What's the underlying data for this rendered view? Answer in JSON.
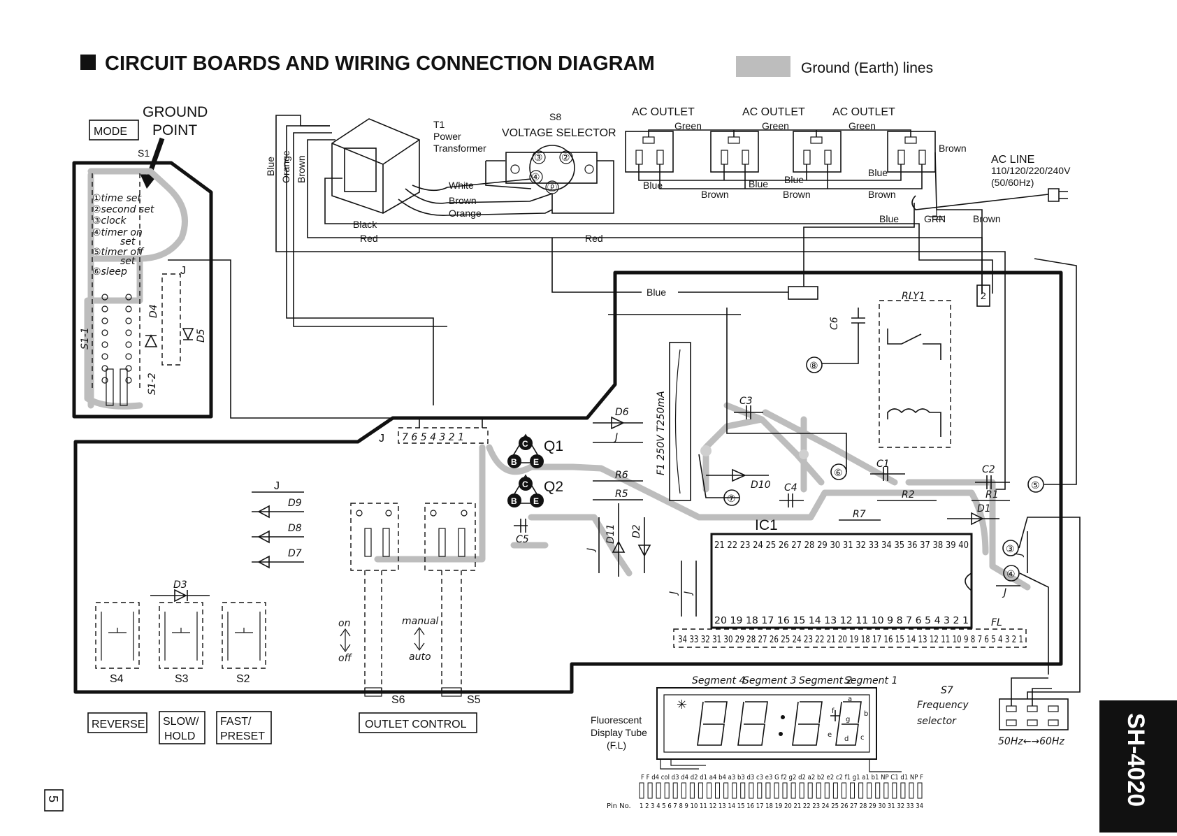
{
  "title": "CIRCUIT BOARDS AND WIRING CONNECTION DIAGRAM",
  "legend": {
    "label": "Ground (Earth) lines",
    "swatch_color": "#bdbdbd"
  },
  "ground_point": {
    "line1": "GROUND",
    "line2": "POINT"
  },
  "mode_box": "MODE",
  "transformer": {
    "ref": "T1",
    "line1": "Power",
    "line2": "Transformer"
  },
  "voltage_selector": {
    "ref": "S8",
    "label": "VOLTAGE SELECTOR",
    "pins": [
      "③",
      "②",
      "④",
      "ⓟ"
    ]
  },
  "ac_outlets": [
    {
      "label": "AC OUTLET",
      "wire_top": "Green"
    },
    {
      "label": "AC OUTLET",
      "wire_top": "Green"
    },
    {
      "label": "AC OUTLET",
      "wire_top": "Green"
    }
  ],
  "ac_line": {
    "label": "AC LINE",
    "voltages": "110/120/220/240V",
    "freq": "(50/60Hz)"
  },
  "wire_colors": {
    "blue": "Blue",
    "orange": "Orange",
    "brown": "Brown",
    "white": "White",
    "black": "Black",
    "red": "Red",
    "green": "Green",
    "grn": "GRN"
  },
  "mode_functions": [
    "①time set",
    "②second set",
    "③clock",
    "④timer on",
    "set",
    "⑤timer off",
    "set",
    "⑥sleep"
  ],
  "components": {
    "j": "J",
    "s1": "S1",
    "s1_1": "S1-1",
    "s1_2": "S1-2",
    "d1": "D1",
    "d2": "D2",
    "d3": "D3",
    "d4": "D4",
    "d5": "D5",
    "d6": "D6",
    "d7": "D7",
    "d8": "D8",
    "d9": "D9",
    "d10": "D10",
    "d11": "D11",
    "q1": "Q1",
    "q2": "Q2",
    "q_pins": [
      "C",
      "B",
      "E"
    ],
    "r1": "R1",
    "r2": "R2",
    "r5": "R5",
    "r6": "R6",
    "r7": "R7",
    "c1": "C1",
    "c2": "C2",
    "c3": "C3",
    "c4": "C4",
    "c5": "C5",
    "c6": "C6",
    "fuse": "F1  250V T250mA",
    "relay": "RLY1",
    "ic": "IC1",
    "fl": "FL",
    "s2": "S2",
    "s3": "S3",
    "s4": "S4",
    "s5": "S5",
    "s6": "S6",
    "sh_model": "SH-4020"
  },
  "connector_j_pins": "7 6 5 4 3 2 1",
  "connector_relay_pin": "2",
  "circled_points": [
    "①",
    "②",
    "③",
    "④",
    "⑤",
    "⑥",
    "⑦",
    "⑧"
  ],
  "ic_pins_top": "21 22 23 24 25 26 27 28 29 30 31 32 33 34 35 36 37 38 39 40",
  "ic_pins_bottom": "20 19 18 17 16 15 14 13 12 11 10 9 8 7 6 5 4 3 2 1",
  "fl_pins": "34 33 32 31 30 29 28 27 26 25 24 23 22 21 20 19 18 17 16 15 14 13 12 11 10 9 8 7 6 5 4 3 2 1",
  "switch_on": "on",
  "switch_off": "off",
  "switch_manual": "manual",
  "switch_auto": "auto",
  "buttons": {
    "reverse": "REVERSE",
    "slow": "SLOW/",
    "hold": "HOLD",
    "fast": "FAST/",
    "preset": "PRESET",
    "outlet_control": "OUTLET CONTROL"
  },
  "display": {
    "segments": [
      "Segment 4",
      "Segment 3",
      "Segment 2",
      "Segment 1"
    ],
    "caption1": "Fluorescent",
    "caption2": "Display Tube",
    "caption3": "(F.L)",
    "seg_letters": [
      "a",
      "b",
      "c",
      "d",
      "e",
      "f",
      "g"
    ],
    "pin_row": "F  F  d4 col  d3  d4  d2  d1 a4  b4 a3 b3 d3 c3 e3 G  f2 g2 d2 a2 b2 e2 c2 f1 g1 a1 b1 NP C1 d1 NP F",
    "pin_no_label": "Pin No.",
    "pin_numbers": "1 2 3 4 5 6 7 8 9 10 11 12 13 14 15 16 17 18 19 20 21 22 23 24 25 26 27 28 29 30 31 32 33 34"
  },
  "freq_selector": {
    "ref": "S7",
    "line1": "Frequency",
    "line2": "selector",
    "range": "50Hz←→60Hz"
  },
  "page_number": "5"
}
